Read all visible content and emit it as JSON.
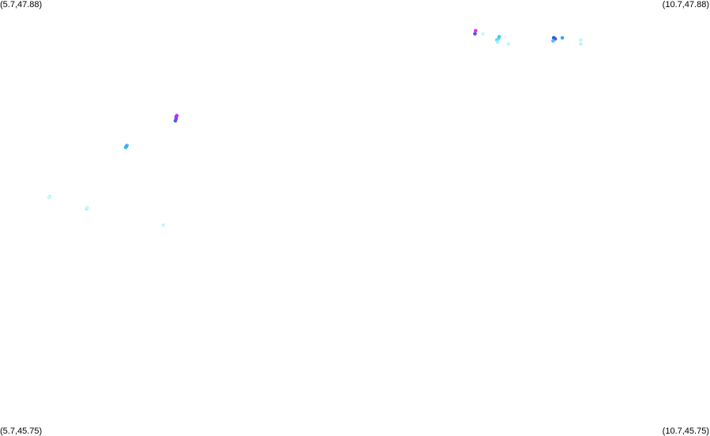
{
  "corner_labels": {
    "top_left": "(5.7,47.88)",
    "top_right": "(10.7,47.88)",
    "bottom_left": "(5.7,45.75)",
    "bottom_right": "(10.7,45.75)"
  },
  "chart_data": {
    "type": "scatter",
    "title": "",
    "xlabel": "",
    "ylabel": "",
    "xlim": [
      5.7,
      10.7
    ],
    "ylim": [
      45.75,
      47.88
    ],
    "grid": false,
    "legend": "none",
    "points": [
      {
        "x": 6.94,
        "y": 47.31,
        "color": "#d633e6"
      },
      {
        "x": 6.945,
        "y": 47.315,
        "color": "#b833f0"
      },
      {
        "x": 6.935,
        "y": 47.29,
        "color": "#4a5ff0"
      },
      {
        "x": 6.94,
        "y": 47.3,
        "color": "#6a4ff2"
      },
      {
        "x": 6.585,
        "y": 47.16,
        "color": "#45b8f0"
      },
      {
        "x": 6.595,
        "y": 47.17,
        "color": "#5fc8f5"
      },
      {
        "x": 6.59,
        "y": 47.165,
        "color": "#3fa8ee"
      },
      {
        "x": 6.05,
        "y": 46.92,
        "color": "#b8f4fa"
      },
      {
        "x": 6.045,
        "y": 46.915,
        "color": "#c8f8fc"
      },
      {
        "x": 6.31,
        "y": 46.86,
        "color": "#a8f0fa"
      },
      {
        "x": 6.315,
        "y": 46.865,
        "color": "#c0f6fc"
      },
      {
        "x": 6.85,
        "y": 46.78,
        "color": "#c6f6fc"
      },
      {
        "x": 9.05,
        "y": 47.73,
        "color": "#e233e0"
      },
      {
        "x": 9.045,
        "y": 47.715,
        "color": "#4a55f0"
      },
      {
        "x": 9.2,
        "y": 47.685,
        "color": "#3fd6f0"
      },
      {
        "x": 9.21,
        "y": 47.69,
        "color": "#6ae0f4"
      },
      {
        "x": 9.215,
        "y": 47.7,
        "color": "#48c8f0"
      },
      {
        "x": 9.205,
        "y": 47.675,
        "color": "#a8f0fa"
      },
      {
        "x": 9.28,
        "y": 47.665,
        "color": "#c0f6fc"
      },
      {
        "x": 9.1,
        "y": 47.715,
        "color": "#c8f8fc"
      },
      {
        "x": 9.6,
        "y": 47.695,
        "color": "#2a4fe8"
      },
      {
        "x": 9.61,
        "y": 47.69,
        "color": "#3a5ff0"
      },
      {
        "x": 9.595,
        "y": 47.68,
        "color": "#45c8f0"
      },
      {
        "x": 9.66,
        "y": 47.695,
        "color": "#3aa8f0"
      },
      {
        "x": 9.79,
        "y": 47.685,
        "color": "#c0f6fc"
      },
      {
        "x": 9.79,
        "y": 47.665,
        "color": "#b8f4fa"
      }
    ]
  }
}
